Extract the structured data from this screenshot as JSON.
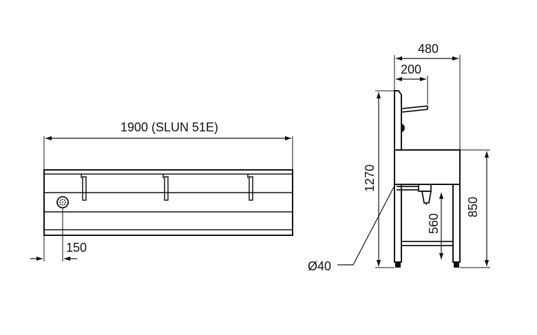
{
  "front_view": {
    "width_label": "1900 (SLUN 51E)",
    "drain_offset_label": "150"
  },
  "side_view": {
    "depth_label": "480",
    "shelf_depth_label": "200",
    "total_height_label": "1270",
    "basin_height_label": "850",
    "tap_height_label": "560",
    "leg_diameter_label": "Ø40"
  },
  "colors": {
    "line": "#111111",
    "background": "#ffffff"
  }
}
